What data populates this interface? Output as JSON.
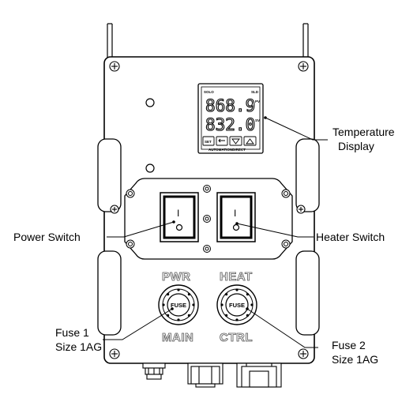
{
  "callouts": {
    "temperature_display_line1": "Temperature",
    "temperature_display_line2": "Display",
    "power_switch": "Power Switch",
    "heater_switch": "Heater Switch",
    "fuse1_line1": "Fuse 1",
    "fuse1_line2": "Size 1AG",
    "fuse2_line1": "Fuse 2",
    "fuse2_line2": "Size 1AG"
  },
  "panel_labels": {
    "pwr": "PWR",
    "heat": "HEAT",
    "main": "MAIN",
    "ctrl": "CTRL"
  },
  "controller": {
    "brand": "SOLO",
    "tag": "SLD",
    "pv_value": "868.9",
    "sv_value": "832.0",
    "pv_marker": "PV",
    "sv_marker": "SV",
    "set_key": "SET",
    "maker": "AUTOMATIONDIRECT"
  },
  "switch_marks": {
    "power_on": "I",
    "heater_on": "I"
  },
  "fuse_holders": {
    "fuse1_label": "FUSE",
    "fuse2_label": "FUSE"
  }
}
